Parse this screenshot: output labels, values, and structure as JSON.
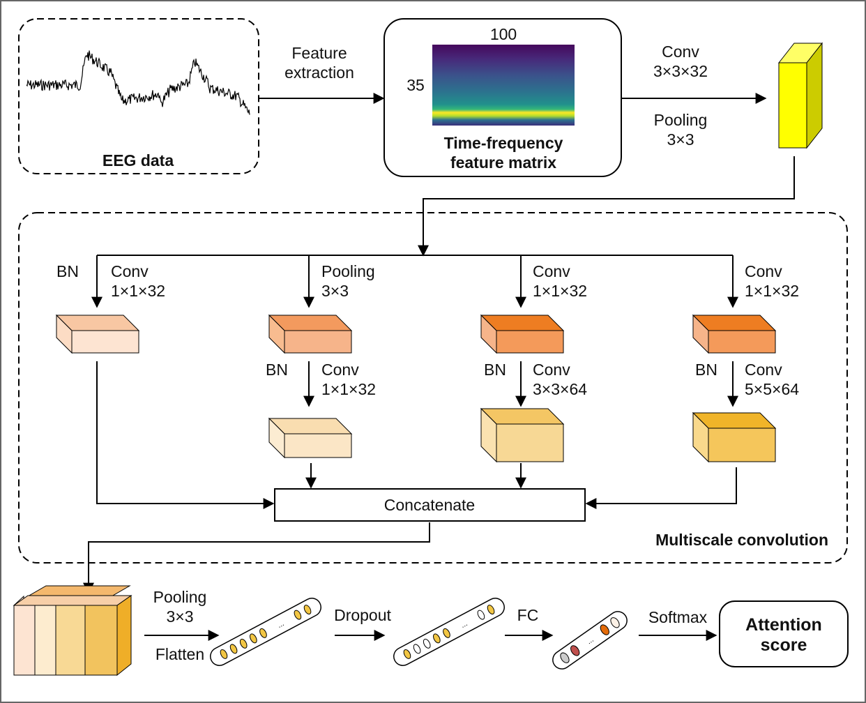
{
  "eeg_box": {
    "label": "EEG data"
  },
  "feature_extraction": {
    "line1": "Feature",
    "line2": "extraction"
  },
  "tf_box": {
    "cols": "100",
    "rows": "35",
    "line1": "Time-frequency",
    "line2": "feature matrix"
  },
  "conv_first": {
    "line1": "Conv",
    "line2": "3×3×32",
    "line3": "Pooling",
    "line4": "3×3"
  },
  "multiscale": {
    "title": "Multiscale convolution",
    "branch1": {
      "bn": "BN",
      "op1": "Conv",
      "size1": "1×1×32"
    },
    "branch2": {
      "op1": "Pooling",
      "size1": "3×3",
      "bn": "BN",
      "op2": "Conv",
      "size2": "1×1×32"
    },
    "branch3": {
      "op1": "Conv",
      "size1": "1×1×32",
      "bn": "BN",
      "op2": "Conv",
      "size2": "3×3×64"
    },
    "branch4": {
      "op1": "Conv",
      "size1": "1×1×32",
      "bn": "BN",
      "op2": "Conv",
      "size2": "5×5×64"
    },
    "concat": "Concatenate"
  },
  "bottom": {
    "pool_line1": "Pooling",
    "pool_line2": "3×3",
    "flatten": "Flatten",
    "dropout": "Dropout",
    "fc": "FC",
    "softmax": "Softmax",
    "attention_line1": "Attention",
    "attention_line2": "score",
    "ellipsis": "..."
  },
  "colors": {
    "yellow": "#ffff00",
    "yellow_side": "#cccc00",
    "orange_dark": "#ee7d22",
    "orange_mid": "#f4a46a",
    "peach": "#f7c9a6",
    "gold": "#f0b429",
    "cream": "#fbe7c0"
  }
}
